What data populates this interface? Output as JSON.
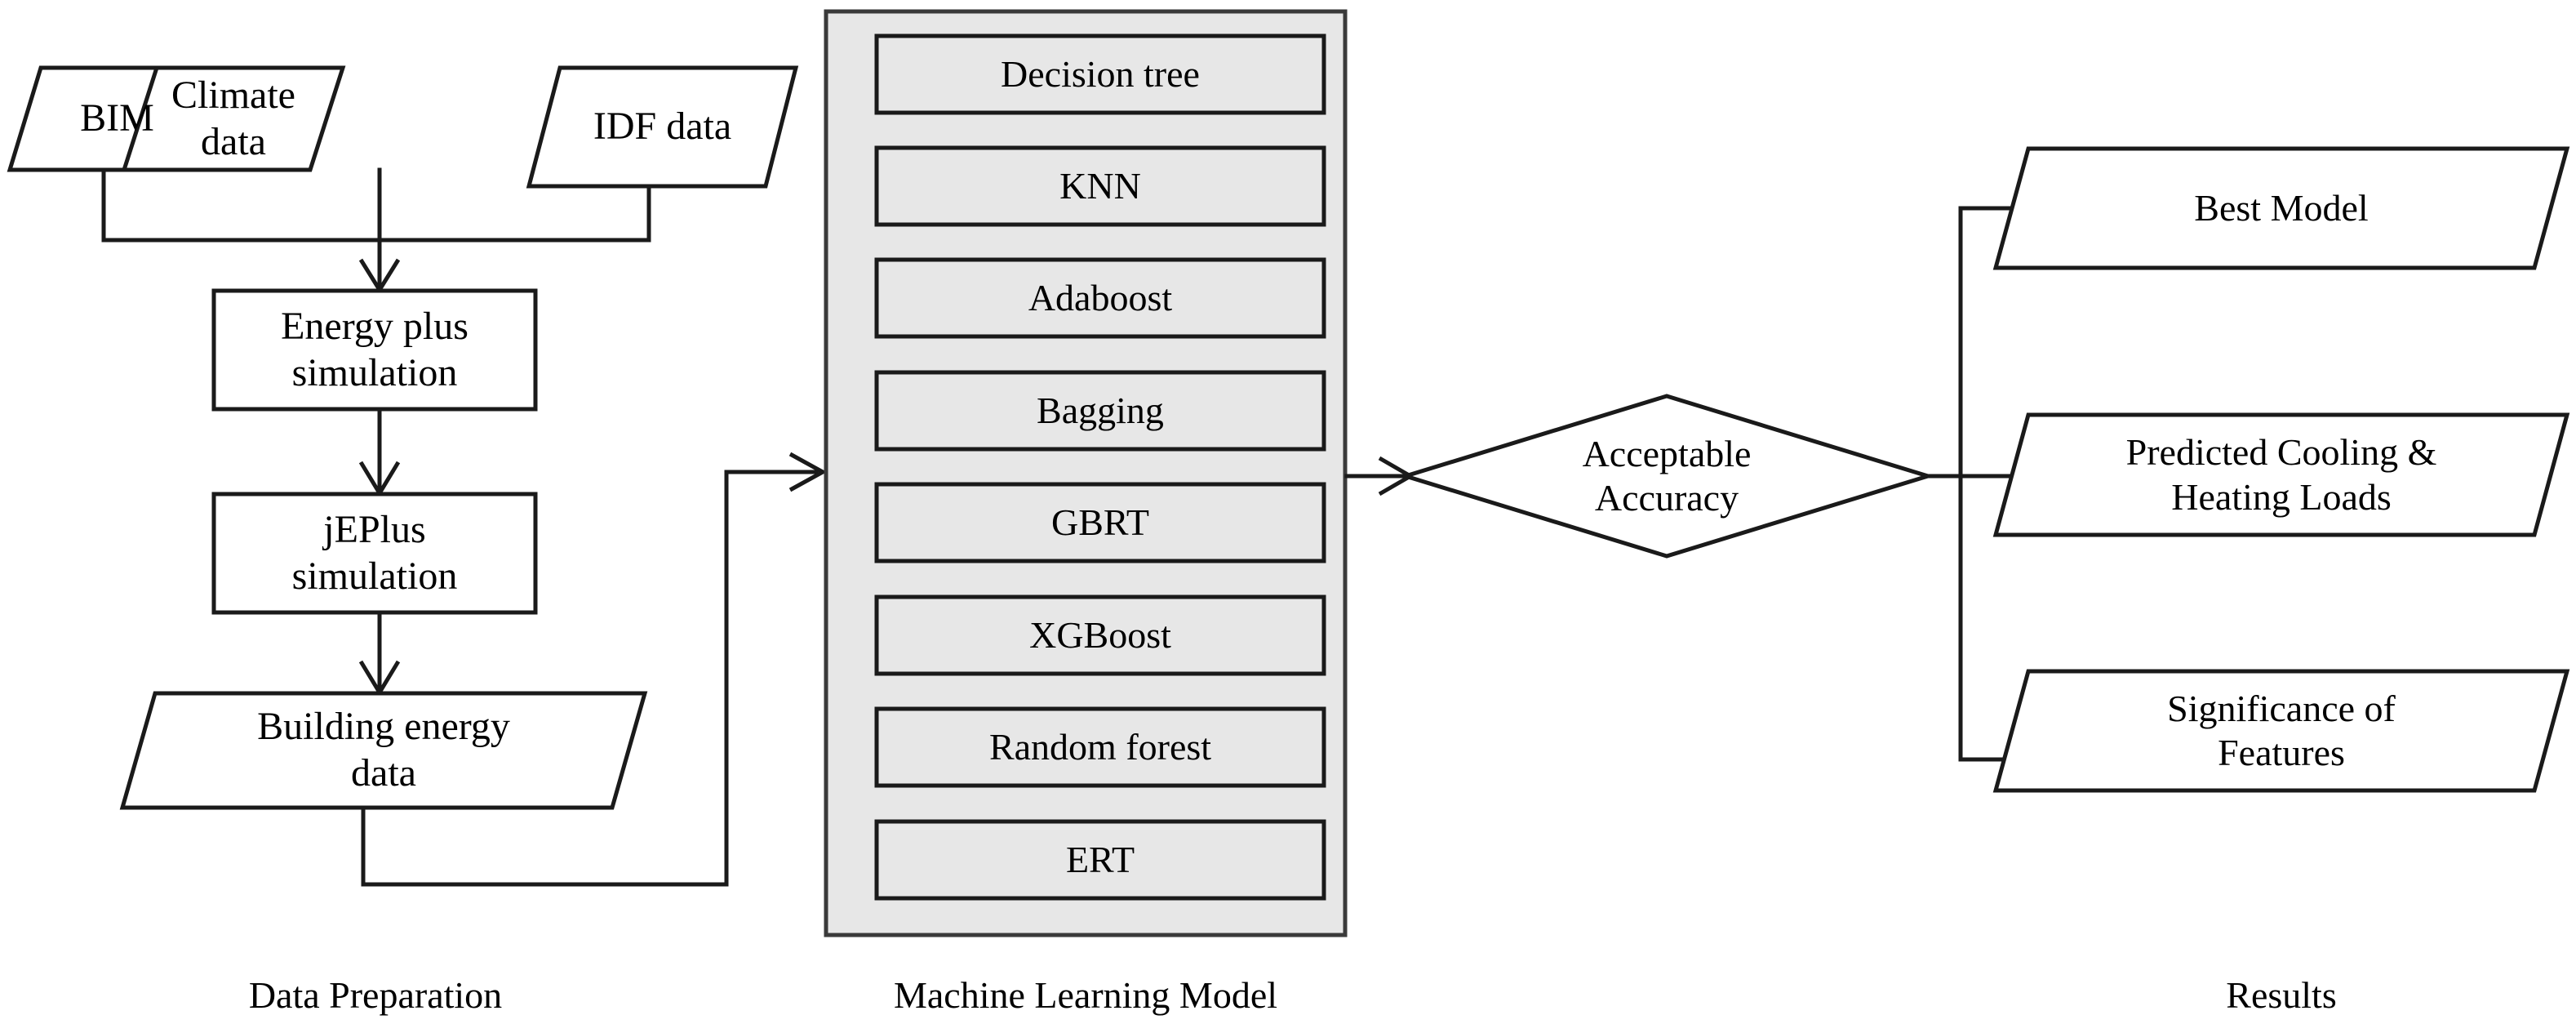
{
  "diagram": {
    "title": "Building energy machine learning workflow",
    "background_color": "#ffffff",
    "line_color": "#1a1a1a",
    "panel_fill_color": "#e7e7e7"
  },
  "sections": {
    "data_preparation_label": "Data Preparation",
    "machine_learning_label": "Machine Learning Model",
    "results_label": "Results"
  },
  "inputs": [
    {
      "id": "bim",
      "label": "BIM",
      "shape": "parallelogram"
    },
    {
      "id": "climate-data",
      "label": "Climate\ndata",
      "shape": "parallelogram"
    },
    {
      "id": "idf-data",
      "label": "IDF data",
      "shape": "parallelogram"
    }
  ],
  "processes": [
    {
      "id": "energy-plus-simulation",
      "label": "Energy plus\nsimulation",
      "shape": "rectangle"
    },
    {
      "id": "jeplus-simulation",
      "label": "jEPlus\nsimulation",
      "shape": "rectangle"
    }
  ],
  "data_outputs": [
    {
      "id": "building-energy-data",
      "label": "Building energy\ndata",
      "shape": "parallelogram"
    }
  ],
  "ml_models": [
    {
      "id": "decision-tree",
      "label": "Decision tree"
    },
    {
      "id": "knn",
      "label": "KNN"
    },
    {
      "id": "adaboost",
      "label": "Adaboost"
    },
    {
      "id": "bagging",
      "label": "Bagging"
    },
    {
      "id": "gbrt",
      "label": "GBRT"
    },
    {
      "id": "xgboost",
      "label": "XGBoost"
    },
    {
      "id": "random-forest",
      "label": "Random forest"
    },
    {
      "id": "ert",
      "label": "ERT"
    }
  ],
  "decision": {
    "id": "acceptable-accuracy",
    "label": "Acceptable\nAccuracy",
    "shape": "diamond"
  },
  "results": [
    {
      "id": "best-model",
      "label": "Best Model",
      "shape": "parallelogram"
    },
    {
      "id": "predicted-loads",
      "label": "Predicted Cooling &\nHeating Loads",
      "shape": "parallelogram"
    },
    {
      "id": "significance-of-features",
      "label": "Significance of\nFeatures",
      "shape": "parallelogram"
    }
  ]
}
